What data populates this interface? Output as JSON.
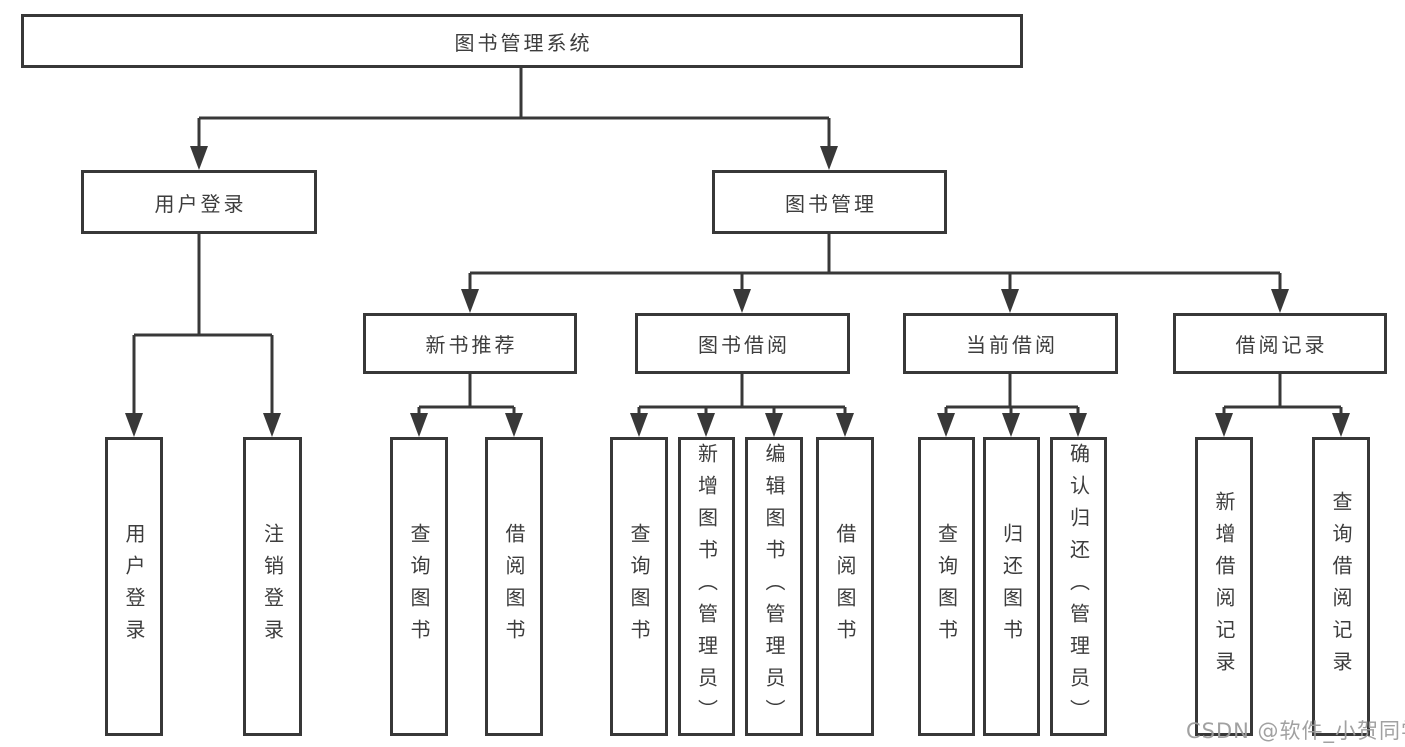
{
  "diagram": {
    "title_node": "图书管理系统",
    "level2": {
      "user_login": "用户登录",
      "book_management": "图书管理"
    },
    "level3": {
      "new_book_recommend": "新书推荐",
      "book_borrow": "图书借阅",
      "current_borrow": "当前借阅",
      "borrow_records": "借阅记录"
    },
    "leaves": {
      "user_login": "用户登录",
      "logout": "注销登录",
      "recommend_query_books": "查询图书",
      "recommend_borrow_books": "借阅图书",
      "borrow_query_books": "查询图书",
      "borrow_add_books_admin": "新增图书（管理员）",
      "borrow_edit_books_admin": "编辑图书（管理员）",
      "borrow_borrow_books": "借阅图书",
      "current_query_books": "查询图书",
      "current_return_books": "归还图书",
      "current_confirm_return_admin": "确认归还（管理员）",
      "records_add_record": "新增借阅记录",
      "records_query_record": "查询借阅记录"
    }
  },
  "watermark": {
    "text": "CSDN @软件_小贺同学"
  },
  "colors": {
    "line": "#383838",
    "text": "#3d3d3d",
    "box_bg": "#ffffff",
    "watermark": "#9d9d9d",
    "bg": "#ffffff"
  }
}
